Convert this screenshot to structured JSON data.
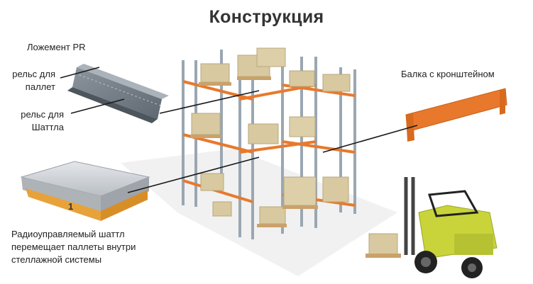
{
  "title": "Конструкция",
  "labels": {
    "cradle": "Ложемент PR",
    "pallet_rail_line1": "рельс для",
    "pallet_rail_line2": "паллет",
    "shuttle_rail_line1": "рельс для",
    "shuttle_rail_line2": "Шаттла",
    "beam": "Балка с кронштейном",
    "shuttle_line1": "Радиоуправляемый шаттл",
    "shuttle_line2": "перемещает паллеты внутри",
    "shuttle_line3": "стеллажной системы"
  },
  "colors": {
    "upright": "#9aa7b2",
    "beam_orange": "#e8792c",
    "pallet_wood": "#c9a26b",
    "box": "#d8c9a0",
    "shuttle_body": "#c9cdd2",
    "shuttle_base": "#e8a23a",
    "forklift": "#c8d43a"
  }
}
